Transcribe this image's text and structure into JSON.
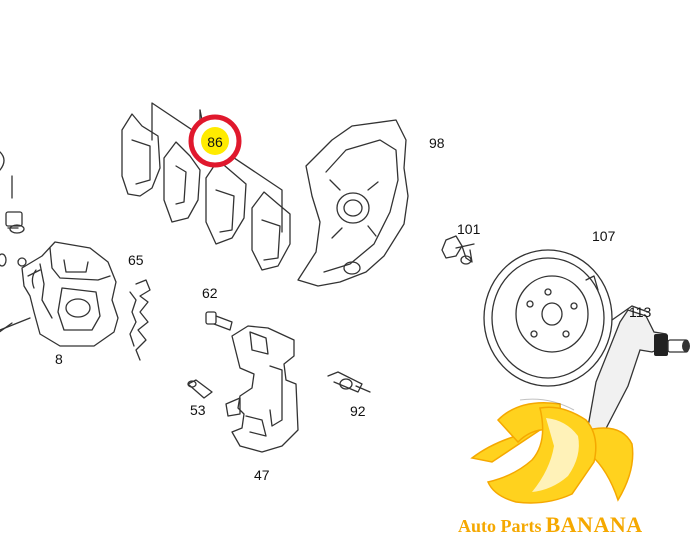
{
  "diagram": {
    "highlighted_callout": "86",
    "part_labels": {
      "p98": "98",
      "p101": "101",
      "p107": "107",
      "p113": "113",
      "p65": "65",
      "p62": "62",
      "p8": "8",
      "p53": "53",
      "p92": "92",
      "p47": "47"
    }
  },
  "watermark": {
    "brand_first": "Auto Parts",
    "brand_second": "BANANA"
  },
  "colors": {
    "line_art": "#333333",
    "callout_ring": "#e0182d",
    "callout_fill": "#ffeb00",
    "banana_yellow": "#ffd21e",
    "banana_outline": "#f5a800",
    "banana_inner": "#fff2b8",
    "link_bar": "#f1f1f1"
  }
}
